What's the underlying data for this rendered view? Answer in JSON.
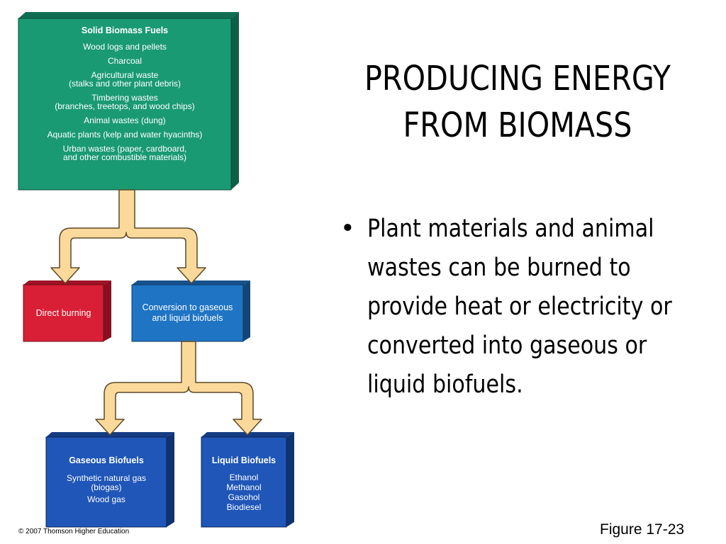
{
  "slide": {
    "title_line1": "PRODUCING ENERGY",
    "title_line2": "FROM BIOMASS",
    "bullet": "Plant materials and animal wastes can be burned to provide heat or electricity or converted into gaseous or liquid biofuels.",
    "figure_label": "Figure 17-23",
    "copyright": "© 2007 Thomson Higher Education"
  },
  "diagram": {
    "solid": {
      "heading": "Solid Biomass Fuels",
      "items": [
        "Wood logs and pellets",
        "Charcoal",
        "Agricultural waste\n(stalks and other plant debris)",
        "Timbering wastes\n(branches, treetops, and wood chips)",
        "Animal wastes (dung)",
        "Aquatic plants (kelp and water hyacinths)",
        "Urban wastes (paper, cardboard,\nand other combustible materials)"
      ]
    },
    "direct_burning": "Direct burning",
    "conversion": "Conversion to gaseous\nand liquid biofuels",
    "gaseous": {
      "heading": "Gaseous Biofuels",
      "items": [
        "Synthetic natural gas\n(biogas)",
        "Wood gas"
      ]
    },
    "liquid": {
      "heading": "Liquid Biofuels",
      "items": [
        "Ethanol",
        "Methanol",
        "Gasohol",
        "Biodiesel"
      ]
    },
    "colors": {
      "solid": "#1a9a72",
      "direct": "#d91f35",
      "conversion": "#1f74c4",
      "biofuels": "#1f56b8",
      "arrow_fill": "#fbd99a",
      "arrow_stroke": "#5a4a2a"
    }
  }
}
